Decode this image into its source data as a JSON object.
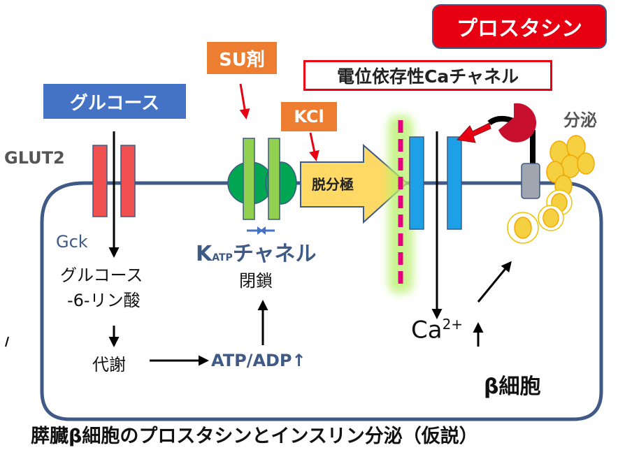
{
  "labels": {
    "prostasin": "プロスタシン",
    "glucose_box": "グルコース",
    "su": "SU剤",
    "kcl": "KCl",
    "vdcc": "電位依存性Caチャネル",
    "secretion": "分泌",
    "glut2": "GLUT2",
    "gck": "Gck",
    "g6p_line1": "グルコース",
    "g6p_line2": "-6-リン酸",
    "metabolism": "代謝",
    "atp": "ATP/ADP↑",
    "katp_k": "K",
    "katp_sub": "ATP",
    "katp_rest": "チャネル",
    "closure": "閉鎖",
    "depolarization": "脱分極",
    "ca_base": "Ca",
    "ca_sup": "2+",
    "beta_cell": "β細胞",
    "caption": "膵臓β細胞のプロスタシンとインスリン分泌（仮説）"
  },
  "colors": {
    "membrane": "#3f5a86",
    "red_box": "#e60012",
    "blue_box": "#4472c4",
    "orange_box": "#ed7d31",
    "glut_bar": "#f05050",
    "katp_bar": "#92d050",
    "katp_dome": "#00a651",
    "depol_arrow": "#ffd966",
    "channel_blue": "#1ea0e6",
    "pink_dash": "#e4007f",
    "glow": "#b8f06a",
    "granule": "#f5d142"
  }
}
